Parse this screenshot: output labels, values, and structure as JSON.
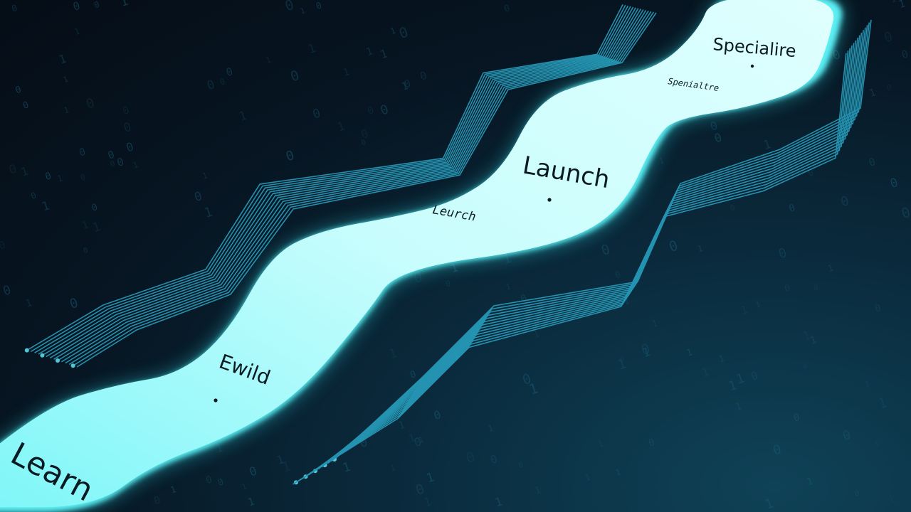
{
  "stages": [
    {
      "id": "learn",
      "label": "Learn"
    },
    {
      "id": "build",
      "label": "Ewild"
    },
    {
      "id": "launch",
      "label": "Launch",
      "sublabel": "Leurch"
    },
    {
      "id": "specialize",
      "label": "Specialire",
      "sublabel": "Spenialtre"
    }
  ],
  "colors": {
    "background": "#071623",
    "path_glow": "#3ee8f0",
    "path_core": "#e9fffe",
    "circuit": "#2aa6c6",
    "binary_digits": "#1e5f7a"
  },
  "binary_digits": "0101 1001 0110 10 01 1 0 0101 110 001 10 0 1 10 01"
}
